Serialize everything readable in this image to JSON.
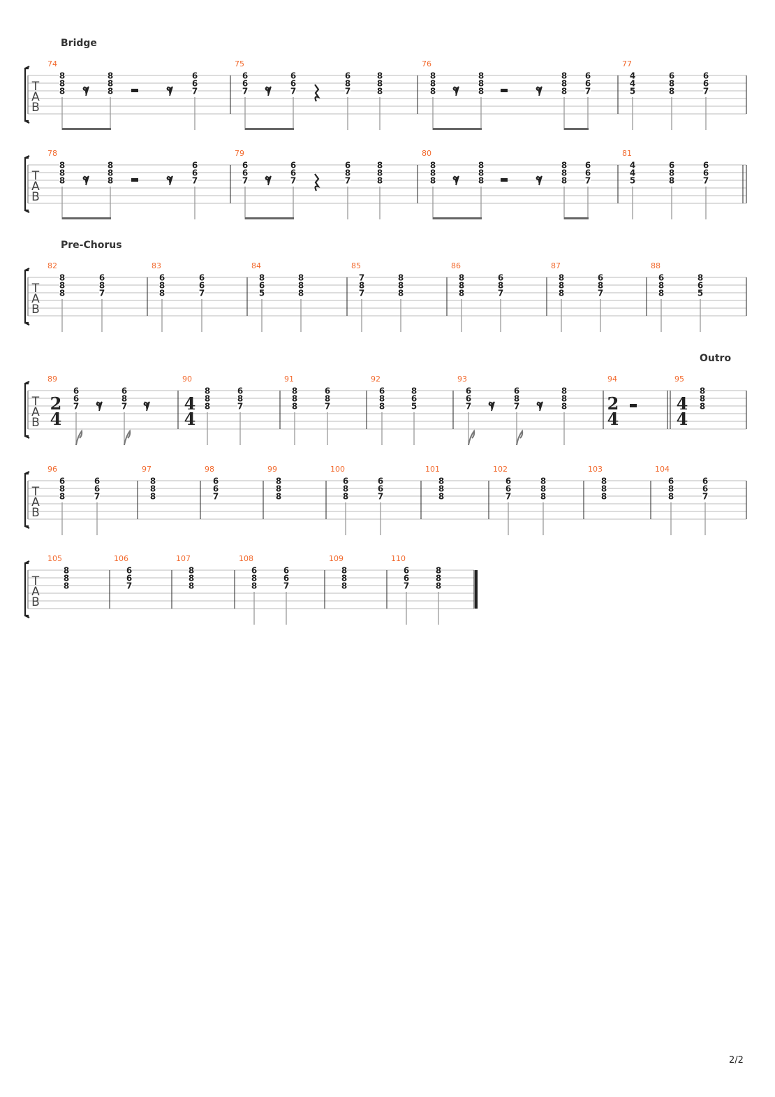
{
  "page_number": "2/2",
  "tab_clef": [
    "T",
    "A",
    "B"
  ],
  "colors": {
    "measure_number": "#f26a2e",
    "fret": "#222222",
    "staff_line": "#bbbbbb"
  },
  "sections": [
    {
      "label": "Bridge"
    },
    {
      "label": "Pre-Chorus"
    },
    {
      "label": "Outro"
    }
  ],
  "systems": [
    {
      "measures": [
        {
          "number": "74",
          "events": [
            {
              "frets": [
                "8",
                "8",
                "8"
              ],
              "dur": "eighth"
            },
            {
              "rest": "eighth"
            },
            {
              "frets": [
                "8",
                "8",
                "8"
              ],
              "dur": "eighth"
            },
            {
              "rest": "half"
            },
            {
              "rest": "eighth"
            },
            {
              "frets": [
                "6",
                "6",
                "7"
              ],
              "dur": "quarter"
            }
          ]
        },
        {
          "number": "75",
          "events": [
            {
              "frets": [
                "6",
                "6",
                "7"
              ],
              "dur": "eighth"
            },
            {
              "rest": "eighth"
            },
            {
              "frets": [
                "6",
                "6",
                "7"
              ],
              "dur": "eighth"
            },
            {
              "rest": "quarter"
            },
            {
              "frets": [
                "6",
                "8",
                "7"
              ],
              "dur": "quarter"
            },
            {
              "frets": [
                "8",
                "8",
                "8"
              ],
              "dur": "quarter"
            }
          ]
        },
        {
          "number": "76",
          "events": [
            {
              "frets": [
                "8",
                "8",
                "8"
              ],
              "dur": "eighth"
            },
            {
              "rest": "eighth"
            },
            {
              "frets": [
                "8",
                "8",
                "8"
              ],
              "dur": "eighth"
            },
            {
              "rest": "half"
            },
            {
              "rest": "eighth"
            },
            {
              "frets": [
                "8",
                "8",
                "8"
              ],
              "dur": "eighth"
            },
            {
              "frets": [
                "6",
                "6",
                "7"
              ],
              "dur": "eighth"
            }
          ]
        },
        {
          "number": "77",
          "events": [
            {
              "frets": [
                "4",
                "4",
                "5"
              ],
              "dur": "quarter"
            },
            {
              "frets": [
                "6",
                "8",
                "8"
              ],
              "dur": "quarter"
            },
            {
              "frets": [
                "6",
                "6",
                "7"
              ],
              "dur": "quarter"
            }
          ]
        }
      ]
    },
    {
      "measures": [
        {
          "number": "78",
          "events": [
            {
              "frets": [
                "8",
                "8",
                "8"
              ],
              "dur": "eighth"
            },
            {
              "rest": "eighth"
            },
            {
              "frets": [
                "8",
                "8",
                "8"
              ],
              "dur": "eighth"
            },
            {
              "rest": "half"
            },
            {
              "rest": "eighth"
            },
            {
              "frets": [
                "6",
                "6",
                "7"
              ],
              "dur": "quarter"
            }
          ]
        },
        {
          "number": "79",
          "events": [
            {
              "frets": [
                "6",
                "6",
                "7"
              ],
              "dur": "eighth"
            },
            {
              "rest": "eighth"
            },
            {
              "frets": [
                "6",
                "6",
                "7"
              ],
              "dur": "eighth"
            },
            {
              "rest": "quarter"
            },
            {
              "frets": [
                "6",
                "8",
                "7"
              ],
              "dur": "quarter"
            },
            {
              "frets": [
                "8",
                "8",
                "8"
              ],
              "dur": "quarter"
            }
          ]
        },
        {
          "number": "80",
          "events": [
            {
              "frets": [
                "8",
                "8",
                "8"
              ],
              "dur": "eighth"
            },
            {
              "rest": "eighth"
            },
            {
              "frets": [
                "8",
                "8",
                "8"
              ],
              "dur": "eighth"
            },
            {
              "rest": "half"
            },
            {
              "rest": "eighth"
            },
            {
              "frets": [
                "8",
                "8",
                "8"
              ],
              "dur": "eighth"
            },
            {
              "frets": [
                "6",
                "6",
                "7"
              ],
              "dur": "eighth"
            }
          ]
        },
        {
          "number": "81",
          "events": [
            {
              "frets": [
                "4",
                "4",
                "5"
              ],
              "dur": "quarter"
            },
            {
              "frets": [
                "6",
                "8",
                "8"
              ],
              "dur": "quarter"
            },
            {
              "frets": [
                "6",
                "6",
                "7"
              ],
              "dur": "quarter"
            }
          ]
        }
      ]
    },
    {
      "measures": [
        {
          "number": "82",
          "events": [
            {
              "frets": [
                "8",
                "8",
                "8"
              ],
              "dur": "half"
            },
            {
              "frets": [
                "6",
                "8",
                "7"
              ],
              "dur": "half"
            }
          ]
        },
        {
          "number": "83",
          "events": [
            {
              "frets": [
                "6",
                "8",
                "8"
              ],
              "dur": "half"
            },
            {
              "frets": [
                "6",
                "6",
                "7"
              ],
              "dur": "half"
            }
          ]
        },
        {
          "number": "84",
          "events": [
            {
              "frets": [
                "8",
                "6",
                "5"
              ],
              "dur": "half"
            },
            {
              "frets": [
                "8",
                "8",
                "8"
              ],
              "dur": "half"
            }
          ]
        },
        {
          "number": "85",
          "events": [
            {
              "frets": [
                "7",
                "8",
                "7"
              ],
              "dur": "half"
            },
            {
              "frets": [
                "8",
                "8",
                "8"
              ],
              "dur": "half"
            }
          ]
        },
        {
          "number": "86",
          "events": [
            {
              "frets": [
                "8",
                "8",
                "8"
              ],
              "dur": "half"
            },
            {
              "frets": [
                "6",
                "8",
                "7"
              ],
              "dur": "half"
            }
          ]
        },
        {
          "number": "87",
          "events": [
            {
              "frets": [
                "8",
                "8",
                "8"
              ],
              "dur": "half"
            },
            {
              "frets": [
                "6",
                "8",
                "7"
              ],
              "dur": "half"
            }
          ]
        },
        {
          "number": "88",
          "events": [
            {
              "frets": [
                "6",
                "8",
                "8"
              ],
              "dur": "half"
            },
            {
              "frets": [
                "8",
                "6",
                "5"
              ],
              "dur": "half"
            }
          ]
        }
      ]
    },
    {
      "measures": [
        {
          "number": "89",
          "time_sig": [
            "2",
            "4"
          ],
          "events": [
            {
              "frets": [
                "6",
                "6",
                "7"
              ],
              "dur": "eighth"
            },
            {
              "rest": "eighth"
            },
            {
              "frets": [
                "6",
                "8",
                "7"
              ],
              "dur": "eighth"
            },
            {
              "rest": "eighth"
            }
          ]
        },
        {
          "number": "90",
          "time_sig": [
            "4",
            "4"
          ],
          "events": [
            {
              "frets": [
                "8",
                "8",
                "8"
              ],
              "dur": "half"
            },
            {
              "frets": [
                "6",
                "8",
                "7"
              ],
              "dur": "half"
            }
          ]
        },
        {
          "number": "91",
          "events": [
            {
              "frets": [
                "8",
                "8",
                "8"
              ],
              "dur": "half"
            },
            {
              "frets": [
                "6",
                "8",
                "7"
              ],
              "dur": "half"
            }
          ]
        },
        {
          "number": "92",
          "events": [
            {
              "frets": [
                "6",
                "8",
                "8"
              ],
              "dur": "half"
            },
            {
              "frets": [
                "8",
                "6",
                "5"
              ],
              "dur": "half"
            }
          ]
        },
        {
          "number": "93",
          "events": [
            {
              "frets": [
                "6",
                "6",
                "7"
              ],
              "dur": "eighth"
            },
            {
              "rest": "eighth"
            },
            {
              "frets": [
                "6",
                "8",
                "7"
              ],
              "dur": "eighth"
            },
            {
              "rest": "eighth"
            },
            {
              "frets": [
                "8",
                "8",
                "8"
              ],
              "dur": "half"
            }
          ]
        },
        {
          "number": "94",
          "time_sig": [
            "2",
            "4"
          ],
          "events": [
            {
              "rest": "half"
            }
          ]
        },
        {
          "number": "95",
          "time_sig": [
            "4",
            "4"
          ],
          "events": [
            {
              "frets": [
                "8",
                "8",
                "8"
              ],
              "dur": "whole"
            }
          ]
        }
      ]
    },
    {
      "measures": [
        {
          "number": "96",
          "events": [
            {
              "frets": [
                "6",
                "8",
                "8"
              ],
              "dur": "half"
            },
            {
              "frets": [
                "6",
                "6",
                "7"
              ],
              "dur": "half"
            }
          ]
        },
        {
          "number": "97",
          "events": [
            {
              "frets": [
                "8",
                "8",
                "8"
              ],
              "dur": "whole"
            }
          ]
        },
        {
          "number": "98",
          "events": [
            {
              "frets": [
                "6",
                "6",
                "7"
              ],
              "dur": "whole"
            }
          ]
        },
        {
          "number": "99",
          "events": [
            {
              "frets": [
                "8",
                "8",
                "8"
              ],
              "dur": "whole"
            }
          ]
        },
        {
          "number": "100",
          "events": [
            {
              "frets": [
                "6",
                "8",
                "8"
              ],
              "dur": "half"
            },
            {
              "frets": [
                "6",
                "6",
                "7"
              ],
              "dur": "half"
            }
          ]
        },
        {
          "number": "101",
          "events": [
            {
              "frets": [
                "8",
                "8",
                "8"
              ],
              "dur": "whole"
            }
          ]
        },
        {
          "number": "102",
          "events": [
            {
              "frets": [
                "6",
                "6",
                "7"
              ],
              "dur": "half"
            },
            {
              "frets": [
                "8",
                "8",
                "8"
              ],
              "dur": "half"
            }
          ]
        },
        {
          "number": "103",
          "events": [
            {
              "frets": [
                "8",
                "8",
                "8"
              ],
              "dur": "whole"
            }
          ]
        },
        {
          "number": "104",
          "events": [
            {
              "frets": [
                "6",
                "8",
                "8"
              ],
              "dur": "half"
            },
            {
              "frets": [
                "6",
                "6",
                "7"
              ],
              "dur": "half"
            }
          ]
        }
      ]
    },
    {
      "measures": [
        {
          "number": "105",
          "events": [
            {
              "frets": [
                "8",
                "8",
                "8"
              ],
              "dur": "whole"
            }
          ]
        },
        {
          "number": "106",
          "events": [
            {
              "frets": [
                "6",
                "6",
                "7"
              ],
              "dur": "whole"
            }
          ]
        },
        {
          "number": "107",
          "events": [
            {
              "frets": [
                "8",
                "8",
                "8"
              ],
              "dur": "whole"
            }
          ]
        },
        {
          "number": "108",
          "events": [
            {
              "frets": [
                "6",
                "8",
                "8"
              ],
              "dur": "half"
            },
            {
              "frets": [
                "6",
                "6",
                "7"
              ],
              "dur": "half"
            }
          ]
        },
        {
          "number": "109",
          "events": [
            {
              "frets": [
                "8",
                "8",
                "8"
              ],
              "dur": "whole"
            }
          ]
        },
        {
          "number": "110",
          "events": [
            {
              "frets": [
                "6",
                "6",
                "7"
              ],
              "dur": "half"
            },
            {
              "frets": [
                "8",
                "8",
                "8"
              ],
              "dur": "half"
            }
          ]
        }
      ]
    }
  ]
}
